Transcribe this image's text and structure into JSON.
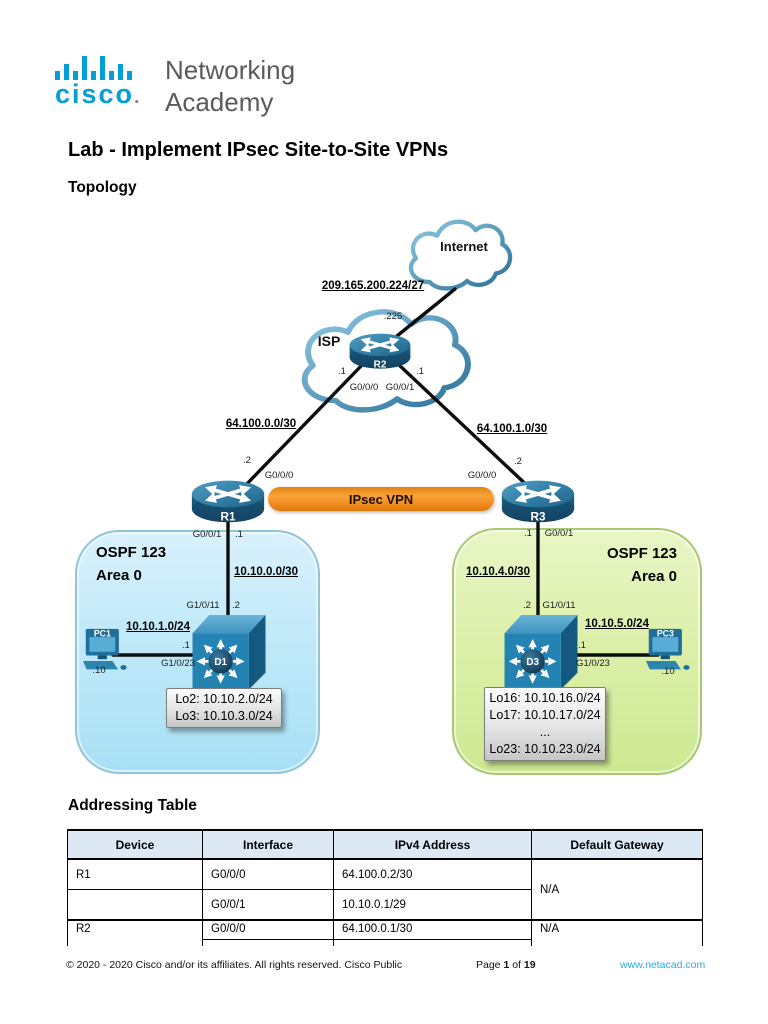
{
  "header": {
    "logo_wordmark": "cisco",
    "logo_dot": ".",
    "brand_line1": "Networking",
    "brand_line2": "Academy",
    "title": "Lab - Implement IPsec Site-to-Site VPNs",
    "topology_heading": "Topology"
  },
  "topology": {
    "clouds": {
      "internet": "Internet",
      "isp": "ISP"
    },
    "vpn_tunnel_label": "IPsec VPN",
    "devices": {
      "r1": "R1",
      "r2": "R2",
      "r3": "R3",
      "d1": "D1",
      "d3": "D3",
      "pc1": "PC1",
      "pc3": "PC3"
    },
    "networks": {
      "internet_subnet": "209.165.200.224/27",
      "wan_left": "64.100.0.0/30",
      "wan_right": "64.100.1.0/30",
      "r1_d1_link": "10.10.0.0/30",
      "pc1_lan": "10.10.1.0/24",
      "r3_d3_link": "10.10.4.0/30",
      "pc3_lan": "10.10.5.0/24"
    },
    "interfaces": {
      "r2_internet_ip": ".225",
      "r2_left_ip": ".1",
      "r2_right_ip": ".1",
      "r2_g000": "G0/0/0",
      "r2_g001": "G0/0/1",
      "r1_wan_ip": ".2",
      "r1_g000": "G0/0/0",
      "r1_g001": "G0/0/1",
      "r1_lan_ip": ".1",
      "r3_wan_ip": ".2",
      "r3_g000": "G0/0/0",
      "r3_g001": "G0/0/1",
      "r3_lan_ip": ".1",
      "d1_g1011": "G1/0/11",
      "d1_uplink_ip": ".2",
      "d1_g1023": "G1/0/23",
      "d1_lan_ip": ".1",
      "d3_g1011": "G1/0/11",
      "d3_uplink_ip": ".2",
      "d3_g1023": "G1/0/23",
      "d3_lan_ip": ".1",
      "pc1_ip": ".10",
      "pc3_ip": ".10"
    },
    "left_area": {
      "title_line1": "OSPF 123",
      "title_line2": "Area 0",
      "loopbacks": [
        "Lo2: 10.10.2.0/24",
        "Lo3: 10.10.3.0/24"
      ]
    },
    "right_area": {
      "title_line1": "OSPF 123",
      "title_line2": "Area 0",
      "loopbacks": [
        "Lo16: 10.10.16.0/24",
        "Lo17: 10.10.17.0/24",
        "...",
        "Lo23: 10.10.23.0/24"
      ]
    }
  },
  "addressing_table": {
    "heading": "Addressing Table",
    "columns": [
      "Device",
      "Interface",
      "IPv4 Address",
      "Default Gateway"
    ],
    "rows": [
      {
        "device": "R1",
        "interface": "G0/0/0",
        "ipv4": "64.100.0.2/30",
        "gateway": "N/A"
      },
      {
        "device": "",
        "interface": "G0/0/1",
        "ipv4": "10.10.0.1/29",
        "gateway": ""
      },
      {
        "device": "R2",
        "interface": "G0/0/0",
        "ipv4": "64.100.0.1/30",
        "gateway": "N/A"
      }
    ]
  },
  "footer": {
    "copyright": "© 2020 - 2020 Cisco and/or its affiliates. All rights reserved. Cisco Public",
    "page_prefix": "Page ",
    "page_current": "1",
    "page_of": " of ",
    "page_total": "19",
    "website": "www.netacad.com"
  },
  "colors": {
    "cisco_blue": "#049fd9",
    "link_blue": "#29abe2",
    "vpn_orange": "#f0941e",
    "area_blue": "#bfe9f9",
    "area_green": "#d9efa5",
    "table_header_bg": "#dce9f5",
    "device_blue": "#1f6e9c"
  }
}
